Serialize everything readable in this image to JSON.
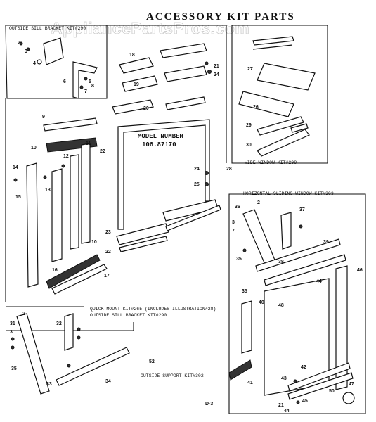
{
  "diagram": {
    "title": "ACCESSORY KIT PARTS",
    "watermark": "AppliancePartsPros.com",
    "page_label": "D-3",
    "model_stamp_line1": "MODEL NUMBER",
    "model_stamp_line2": "106.87170",
    "kits": {
      "outside_sill_bracket": "OUTSIDE SILL BRACKET KIT#290",
      "wide_window": "WIDE WINDOW KIT#298",
      "horizontal_sliding": "HORIZONTAL SLIDING WINDOW KIT#303",
      "quick_mount": "QUICK MOUNT KIT#265 (INCLUDES ILLUSTRATION#28)",
      "outside_sill_bracket_2": "OUTSIDE SILL BRACKET KIT#290",
      "outside_support": "OUTSIDE SUPPORT KIT#302"
    },
    "callouts": {
      "c2a": "2",
      "c3a": "3",
      "c4": "4",
      "c5": "5",
      "c6": "6",
      "c7": "7",
      "c8": "8",
      "c18": "18",
      "c19": "19",
      "c21": "21",
      "c24a": "24",
      "c20": "20",
      "c22": "22",
      "c9": "9",
      "c10a": "10",
      "c12": "12",
      "c11": "11",
      "c14": "14",
      "c13": "13",
      "c15": "15",
      "c16": "16",
      "c10b": "10",
      "c17": "17",
      "c23": "23",
      "c22b": "22",
      "c24b": "24",
      "c25": "25",
      "c27": "27",
      "c26": "26",
      "c29": "29",
      "c30": "30",
      "c28": "28",
      "c36": "36",
      "c2b": "2",
      "c37": "37",
      "c3b": "3",
      "c7b": "7",
      "c39": "39",
      "c35a": "35",
      "c38": "38",
      "c35b": "35",
      "c46": "46",
      "c44": "44",
      "c40": "40",
      "c48": "48",
      "c41": "41",
      "c42": "42",
      "c43": "43",
      "c45": "45",
      "c50": "50",
      "c47": "47",
      "c21b": "21",
      "c44b": "44",
      "c2c": "2",
      "c31": "31",
      "c32": "32",
      "c3c": "3",
      "c33": "33",
      "c34": "34",
      "c35c": "35",
      "c52": "52"
    }
  }
}
